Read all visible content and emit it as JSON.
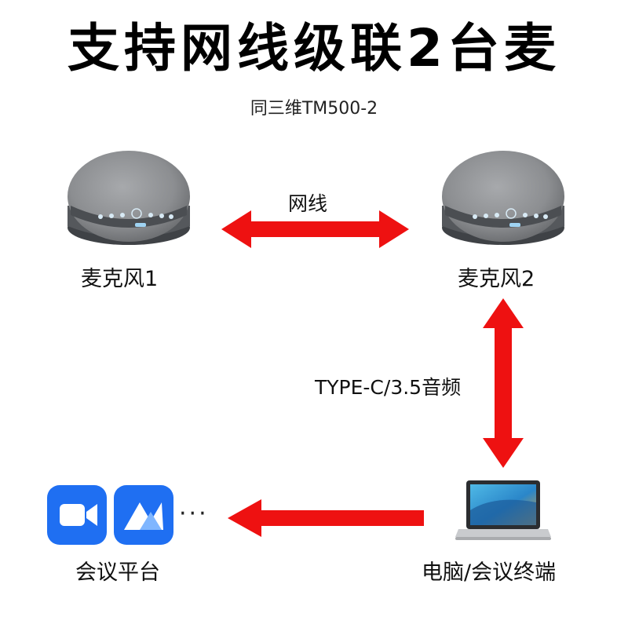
{
  "title": "支持网线级联2台麦",
  "subtitle": "同三维TM500-2",
  "nodes": {
    "mic1": {
      "label": "麦克风1"
    },
    "mic2": {
      "label": "麦克风2"
    },
    "platform": {
      "label": "会议平台",
      "more": "···",
      "icons": [
        "video-camera-app-icon",
        "meeting-app-icon"
      ]
    },
    "laptop": {
      "label": "电脑/会议终端"
    }
  },
  "edges": {
    "mic1_mic2": {
      "label": "网线",
      "direction": "both"
    },
    "mic2_laptop": {
      "label": "TYPE-C/3.5音频",
      "direction": "both"
    },
    "laptop_platform": {
      "direction": "to-platform"
    }
  },
  "colors": {
    "arrow": "#ee1111",
    "mic_body": "#8a8c8f",
    "mic_band": "#4b4e52",
    "app_blue": "#1f6ff2"
  }
}
